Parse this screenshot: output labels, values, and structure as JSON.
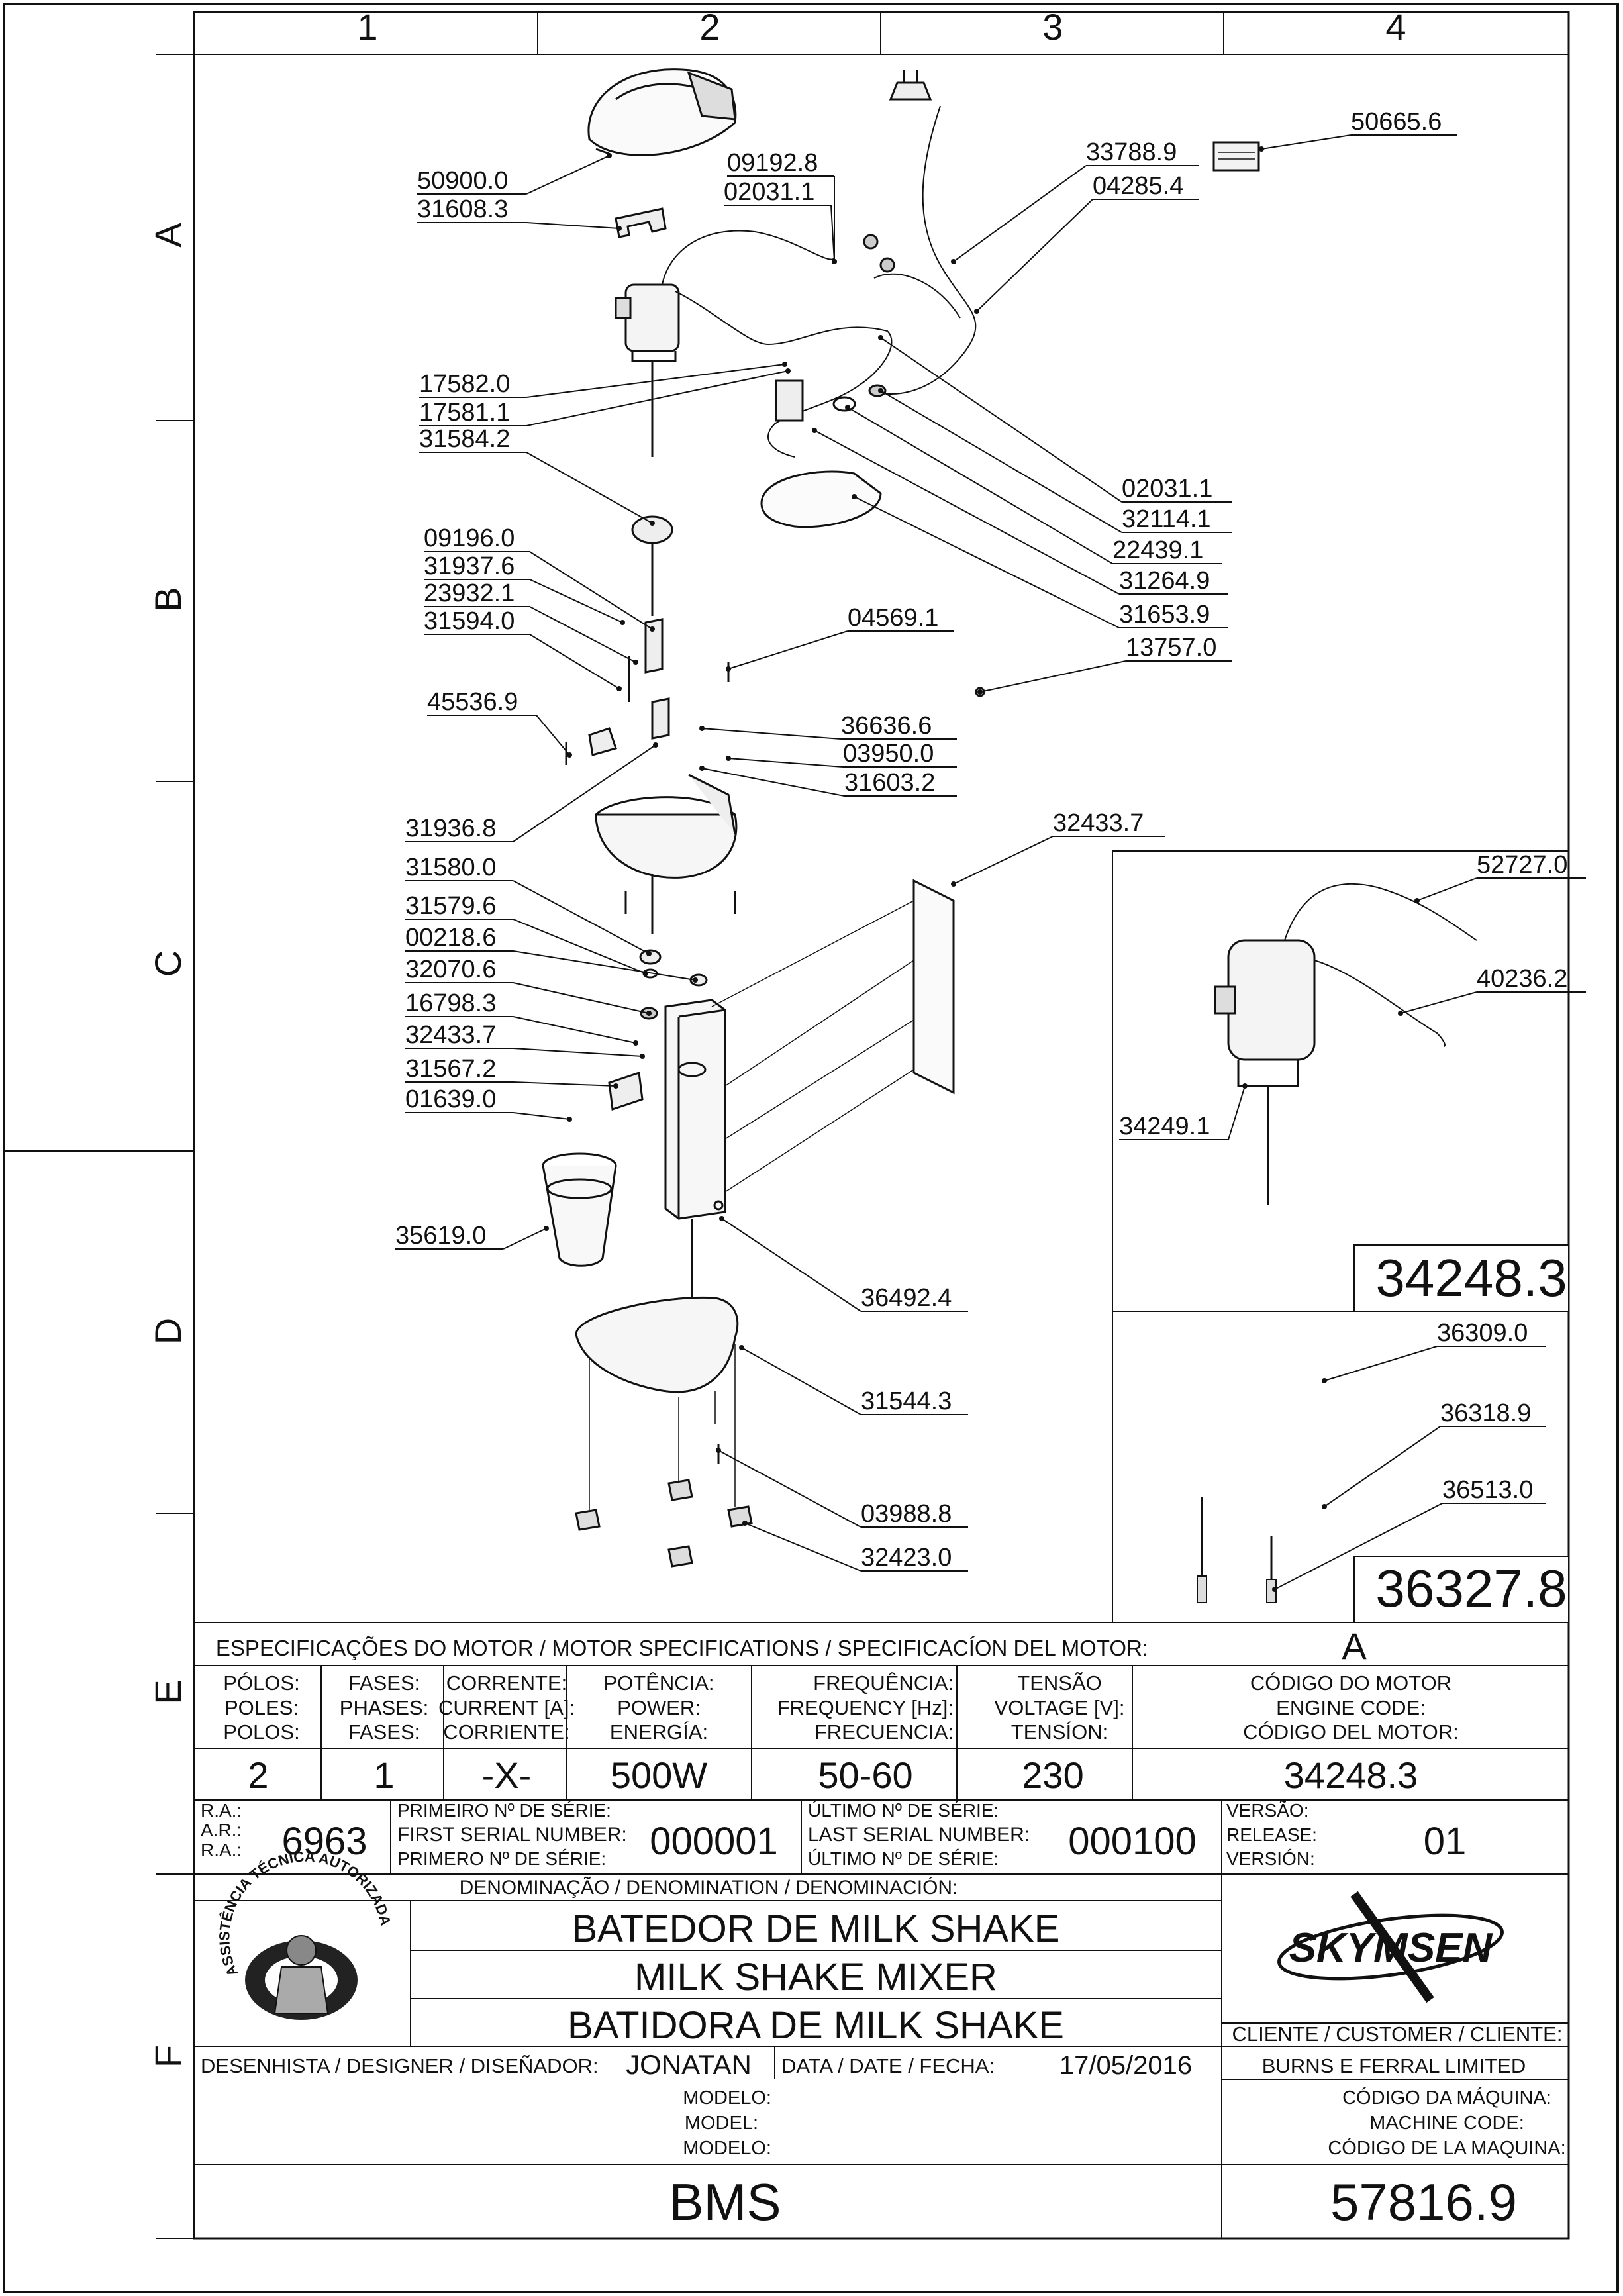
{
  "grid": {
    "columns": [
      "1",
      "2",
      "3",
      "4"
    ],
    "rows": [
      "A",
      "B",
      "C",
      "D",
      "E",
      "F"
    ]
  },
  "parts": [
    "50900.0",
    "31608.3",
    "09192.8",
    "02031.1",
    "33788.9",
    "04285.4",
    "50665.6",
    "17582.0",
    "17581.1",
    "31584.2",
    "02031.1",
    "32114.1",
    "22439.1",
    "31264.9",
    "31653.9",
    "09196.0",
    "31937.6",
    "23932.1",
    "31594.0",
    "04569.1",
    "13757.0",
    "45536.9",
    "36636.6",
    "03950.0",
    "31603.2",
    "31936.8",
    "31580.0",
    "32433.7",
    "31579.6",
    "00218.6",
    "32070.6",
    "16798.3",
    "32433.7",
    "31567.2",
    "01639.0",
    "35619.0",
    "36492.4",
    "31544.3",
    "03988.8",
    "32423.0",
    "52727.0",
    "40236.2",
    "34249.1",
    "36309.0",
    "36318.9",
    "36513.0"
  ],
  "subassemblies": {
    "motor": "34248.3",
    "kit": "36327.8"
  },
  "motor_spec": {
    "title": "ESPECIFICAÇÕES DO MOTOR / MOTOR SPECIFICATIONS / SPECIFICACÍON DEL MOTOR:",
    "variant": "A",
    "headers": [
      [
        "PÓLOS:",
        "POLES:",
        "POLOS:"
      ],
      [
        "FASES:",
        "PHASES:",
        "FASES:"
      ],
      [
        "CORRENTE:",
        "CURRENT [A]:",
        "CORRIENTE:"
      ],
      [
        "POTÊNCIA:",
        "POWER:",
        "ENERGÍA:"
      ],
      [
        "FREQUÊNCIA:",
        "FREQUENCY [Hz]:",
        "FRECUENCIA:"
      ],
      [
        "TENSÃO",
        "VOLTAGE [V]:",
        "TENSÍON:"
      ],
      [
        "CÓDIGO DO MOTOR",
        "ENGINE CODE:",
        "CÓDIGO DEL MOTOR:"
      ]
    ],
    "values": [
      "2",
      "1",
      "-X-",
      "500W",
      "50-60",
      "230",
      "34248.3"
    ]
  },
  "ra": {
    "labels": [
      "R.A.:",
      "A.R.:",
      "R.A.:"
    ],
    "value": "6963"
  },
  "first_serial": {
    "labels": [
      "PRIMEIRO Nº DE SÉRIE:",
      "FIRST SERIAL NUMBER:",
      "PRIMERO Nº DE SÉRIE:"
    ],
    "value": "000001"
  },
  "last_serial": {
    "labels": [
      "ÚLTIMO Nº DE SÉRIE:",
      "LAST SERIAL NUMBER:",
      "ÚLTIMO Nº DE SÉRIE:"
    ],
    "value": "000100"
  },
  "version": {
    "labels": [
      "VERSÃO:",
      "RELEASE:",
      "VERSIÓN:"
    ],
    "value": "01"
  },
  "denomination": {
    "header": "DENOMINAÇÃO / DENOMINATION / DENOMINACIÓN:",
    "lines": [
      "BATEDOR DE MILK SHAKE",
      "MILK SHAKE MIXER",
      "BATIDORA DE MILK SHAKE"
    ]
  },
  "logo_text": "ASSISTÊNCIA TÉCNICA AUTORIZADA",
  "brand": "SKYMSEN",
  "customer": {
    "label": "CLIENTE / CUSTOMER / CLIENTE:",
    "value": "BURNS E FERRAL LIMITED"
  },
  "designer": {
    "label": "DESENHISTA / DESIGNER / DISEÑADOR:",
    "value": "JONATAN"
  },
  "date": {
    "label": "DATA / DATE / FECHA:",
    "value": "17/05/2016"
  },
  "model": {
    "labels": [
      "MODELO:",
      "MODEL:",
      "MODELO:"
    ],
    "value": "BMS"
  },
  "machine_code": {
    "labels": [
      "CÓDIGO DA MÁQUINA:",
      "MACHINE CODE:",
      "CÓDIGO DE LA MAQUINA:"
    ],
    "value": "57816.9"
  }
}
